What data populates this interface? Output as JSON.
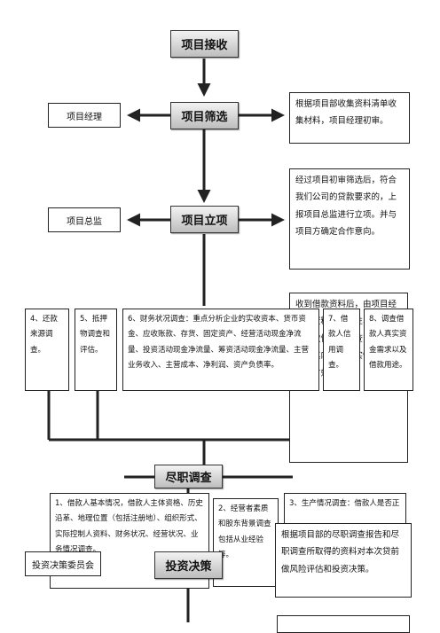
{
  "stages": {
    "receive": "项目接收",
    "screen": "项目筛选",
    "approve": "项目立项",
    "dd": "尽职调查",
    "decide": "投资决策"
  },
  "roles": {
    "manager": "项目经理",
    "director": "项目总监",
    "committee": "投资决策委员会"
  },
  "notes": {
    "screen": "根据项目部收集资料清单收集材料，项目经理初审。",
    "approve": "经过项目初审筛选后，符合我们公司的贷款要求的，上报项目总监进行立项。并与项目方确定合作意向。",
    "collect": "收到借款资料后，由项目经理对资料的真实性、完整性和有效性进行核查，对借款人的其内容的真实性、完整性和有效性负责。",
    "decide": "根据项目部的尽职调查报告和尽职调查所取得的资料对本次贷前做风险评估和投资决策。"
  },
  "dd_items": {
    "repay": "4、还款来源调查。",
    "collateral": "5、抵押物调查和评估。",
    "finance": "6、财务状况调查：重点分析企业的实收资本、货币资金、应收账款、存货、固定资产、经营活动现金净流量、投资活动现金净流量、筹资活动现金净流量、主营业务收入、主营成本、净利润、资产负债率。",
    "credit": "7、借款人信用调查。",
    "purpose": "8、调查借款人真实资金需求以及借款用途。",
    "basic": "1、借款人基本情况，借款人主体资格、历史沿革、地理位置（包括注册地）、组织形式、实际控制人资料、财务状况、经营状况、业务情况调查。",
    "shareholder": "2、经营者素质和股东背景调查包括从业经验等。",
    "production": "3、生产情况调查：借款人是否正"
  }
}
